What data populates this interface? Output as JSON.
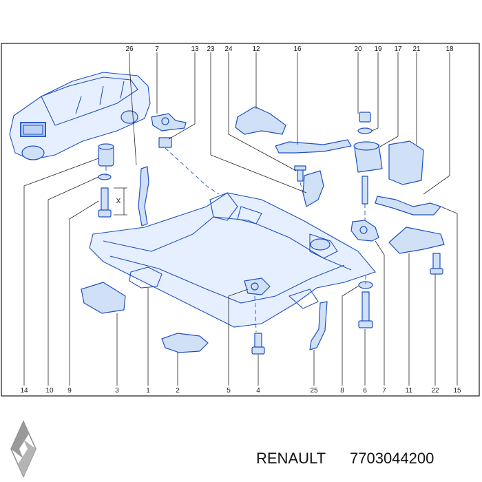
{
  "callouts": {
    "top": [
      "26",
      "7",
      "13",
      "23",
      "24",
      "12",
      "16",
      "20",
      "19",
      "17",
      "21",
      "18"
    ],
    "bottom": [
      "14",
      "10",
      "9",
      "3",
      "1",
      "2",
      "5",
      "4",
      "25",
      "8",
      "6",
      "7",
      "11",
      "22",
      "15"
    ]
  },
  "dimension_label": "X",
  "footer": {
    "brand": "RENAULT",
    "part_number": "7703044200"
  },
  "icons": {
    "logo": "renault-diamond-logo"
  },
  "colors": {
    "line": "#1f4fc4",
    "fill": "#cfe0f7"
  }
}
